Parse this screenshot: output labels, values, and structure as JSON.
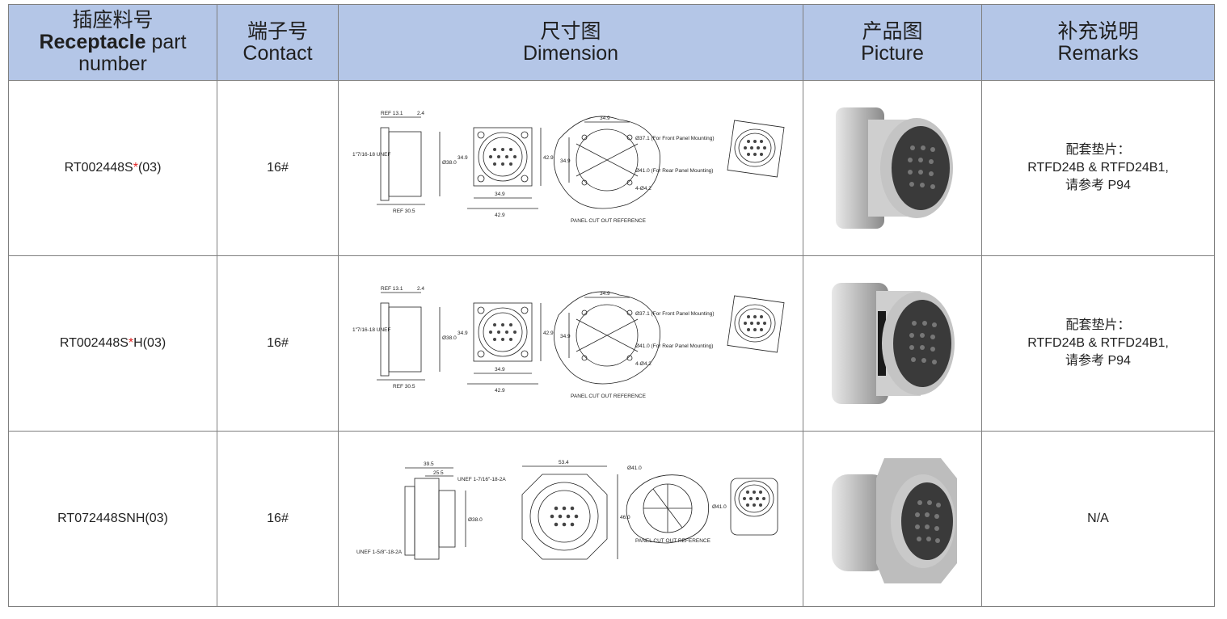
{
  "header": {
    "part_cn": "插座料号",
    "part_en_bold": "Receptacle",
    "part_en_rest": " part",
    "part_en_line2": "number",
    "contact_cn": "端子号",
    "contact_en": "Contact",
    "dimension_cn": "尺寸图",
    "dimension_en": "Dimension",
    "picture_cn": "产品图",
    "picture_en": "Picture",
    "remarks_cn": "补充说明",
    "remarks_en": "Remarks"
  },
  "rows": [
    {
      "part_prefix": "RT002448S",
      "part_star": "*",
      "part_suffix": "(03)",
      "contact": "16#",
      "remarks_line1": "配套垫片：",
      "remarks_line2": "RTFD24B & RTFD24B1,",
      "remarks_line3": "请参考 P94",
      "drawing": {
        "ref_top": "REF 13.1",
        "dim_24": "2.4",
        "thread": "1\"7/16-18 UNEF",
        "dia38": "Ø38.0",
        "ref_bottom": "REF 30.5",
        "d429": "42.9",
        "d349": "34.9",
        "d349b": "34.9",
        "d429b": "42.9",
        "cut_349": "34.9",
        "cut_349v": "34.9",
        "front": "Ø37.1 (For Front Panel Mounting)",
        "rear": "Ø41.0 (For Rear Panel Mounting)",
        "holes": "4-Ø4.2",
        "panel": "PANEL CUT OUT REFERENCE"
      }
    },
    {
      "part_prefix": "RT002448S",
      "part_star": "*",
      "part_suffix": "H(03)",
      "contact": "16#",
      "remarks_line1": "配套垫片：",
      "remarks_line2": "RTFD24B & RTFD24B1,",
      "remarks_line3": "请参考 P94",
      "drawing": {
        "ref_top": "REF 13.1",
        "dim_24": "2.4",
        "thread": "1\"7/16-18 UNEF",
        "dia38": "Ø38.0",
        "ref_bottom": "REF 30.5",
        "d429": "42.9",
        "d349": "34.9",
        "d349b": "34.9",
        "d429b": "42.9",
        "cut_349": "34.9",
        "cut_349v": "34.9",
        "front": "Ø37.1 (For Front Panel Mounting)",
        "rear": "Ø41.0 (For Rear Panel Mounting)",
        "holes": "4-Ø4.2",
        "panel": "PANEL CUT OUT REFERENCE"
      }
    },
    {
      "part_prefix": "RT072448SNH(03)",
      "part_star": "",
      "part_suffix": "",
      "contact": "16#",
      "remarks_line1": "N/A",
      "remarks_line2": "",
      "remarks_line3": "",
      "drawing": {
        "d395": "39.5",
        "d255": "25.5",
        "unef1": "UNEF 1-7/16\"-18-2A",
        "dia38": "Ø38.0",
        "unef2": "UNEF 1-5/8\"-18-2A",
        "d534": "53.4",
        "d460": "46.0",
        "cut_dia": "Ø41.0",
        "cut_dia2": "Ø41.0",
        "panel": "PANEL CUT OUT REFERENCE"
      }
    }
  ]
}
